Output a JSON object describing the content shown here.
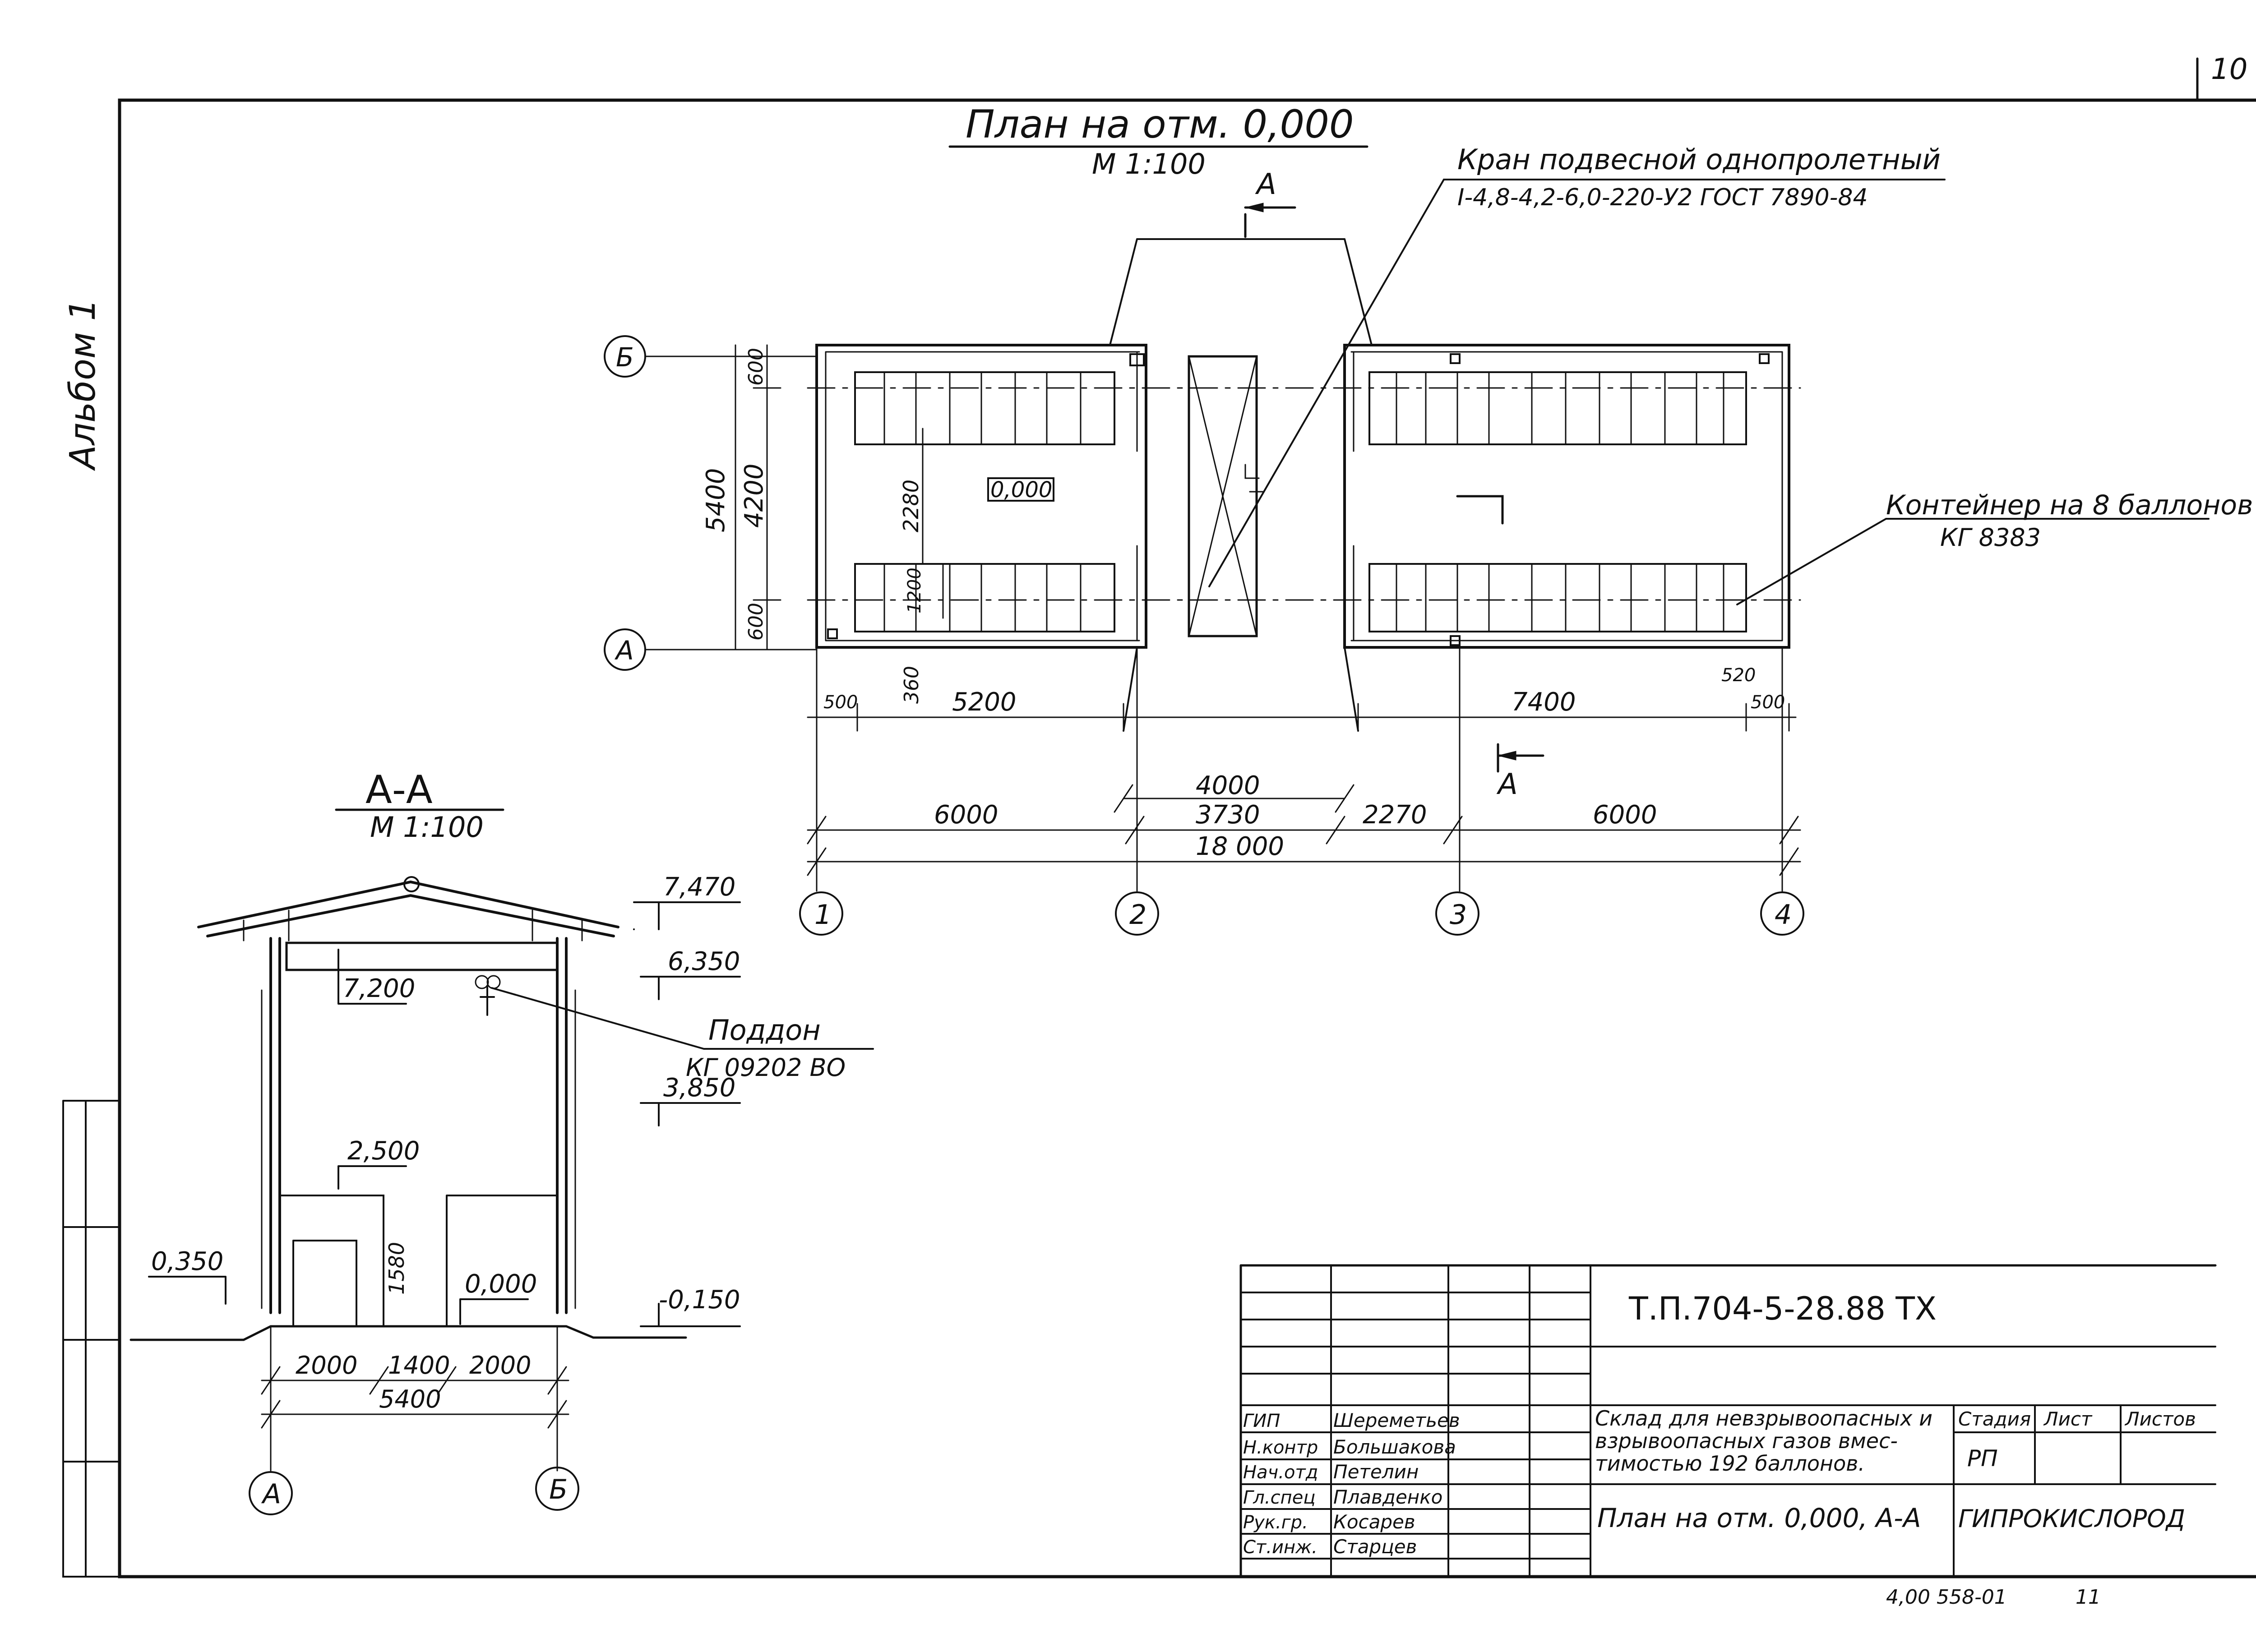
{
  "sheet_number": "10",
  "album_label": "Альбом 1",
  "plan": {
    "title": "План на отм. 0,000",
    "scale": "М 1:100",
    "section_mark": "А",
    "crane_label_1": "Кран подвесной однопролетный",
    "crane_label_2": "I-4,8-4,2-6,0-220-У2 ГОСТ 7890-84",
    "container_label_1": "Контейнер на 8 баллонов",
    "container_label_2": "КГ 8383",
    "level_mark": "0,000",
    "axes_rows": [
      "Б",
      "А"
    ],
    "axes_cols": [
      "1",
      "2",
      "3",
      "4"
    ],
    "dims_vertical": {
      "total": "5400",
      "top": "600",
      "mid": "4200",
      "bottom": "600",
      "inner_1": "2280",
      "inner_2": "1200",
      "inner_3": "360"
    },
    "dims_chain_1": {
      "d1": "500",
      "d2": "5200",
      "d3": "7400",
      "d4": "520",
      "d5": "500"
    },
    "dims_chain_2": {
      "d1": "4000"
    },
    "dims_chain_3": {
      "d1": "6000",
      "d2": "3730",
      "d3": "2270",
      "d4": "6000"
    },
    "dims_total": "18 000"
  },
  "section": {
    "title": "А-А",
    "scale": "М 1:100",
    "levels": [
      "7,470",
      "6,350",
      "3,850",
      "-0,150",
      "0,350",
      "7,200",
      "2,500",
      "0,000"
    ],
    "pallet_label_1": "Поддон",
    "pallet_label_2": "КГ 09202 ВО",
    "dim_door": "1580",
    "dims_bottom": [
      "2000",
      "1400",
      "2000"
    ],
    "dim_total": "5400",
    "axes": [
      "А",
      "Б"
    ]
  },
  "title_block": {
    "code": "Т.П.704-5-28.88 ТХ",
    "roles": [
      "ГИП",
      "Н.контр",
      "Нач.отд",
      "Гл.спец",
      "Рук.гр.",
      "Ст.инж."
    ],
    "names": [
      "Шереметьев",
      "Большакова",
      "Петелин",
      "Плавденко",
      "Косарев",
      "Старцев"
    ],
    "object_1": "Склад для невзрывоопасных и",
    "object_2": "взрывоопасных газов вмес-",
    "object_3": "тимостью 192 баллонов.",
    "stage_header": "Стадия",
    "sheet_header": "Лист",
    "sheets_header": "Листов",
    "stage_value": "РП",
    "drawing_name": "План на отм. 0,000, А-А",
    "organization": "ГИПРОКИСЛОРОД",
    "archive_number": "4,00 558-01",
    "archive_suffix": "11"
  }
}
